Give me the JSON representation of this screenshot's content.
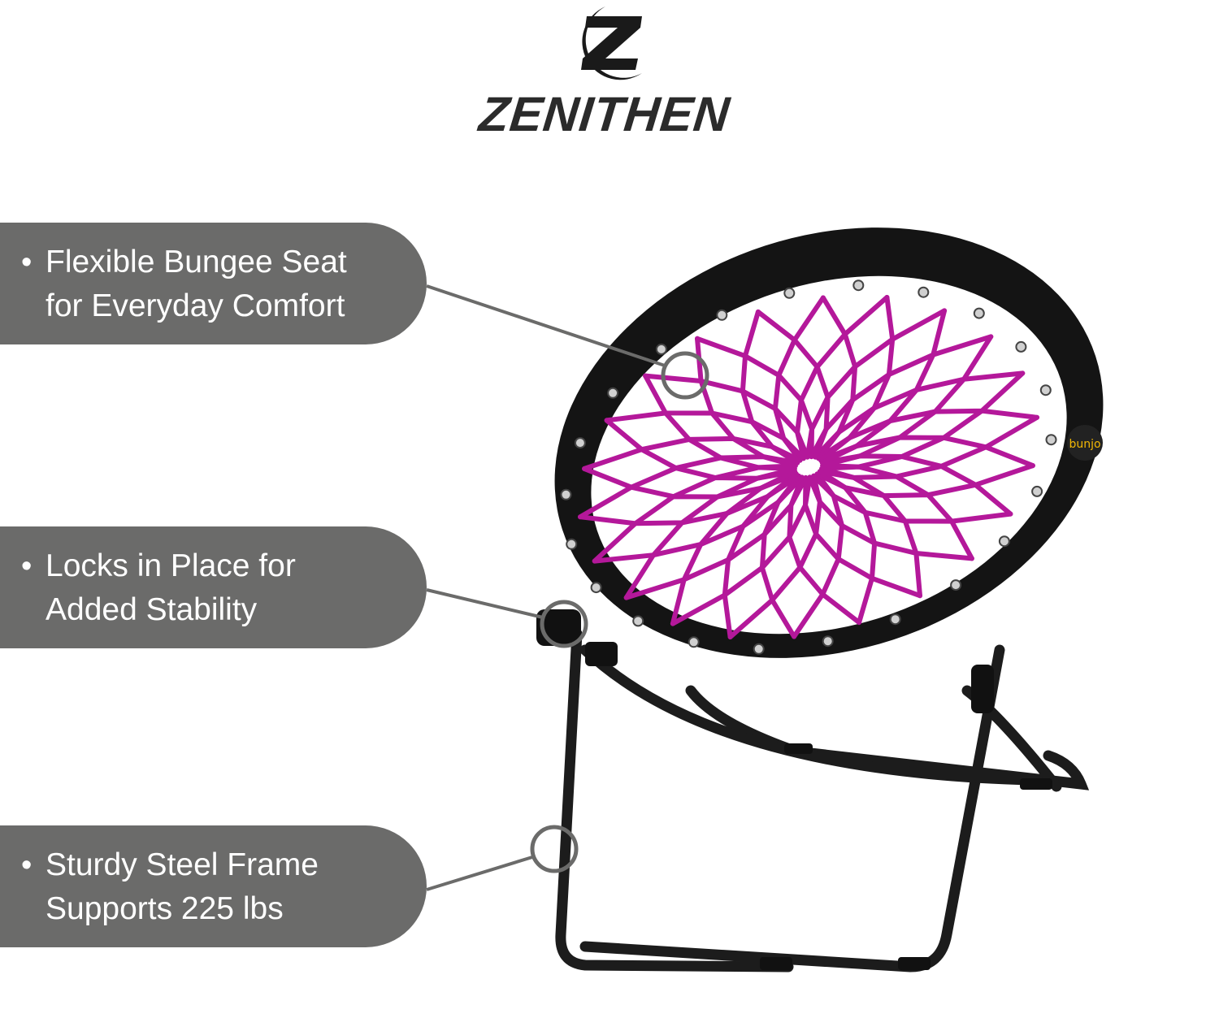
{
  "brand": {
    "logo_icon": "zenithen-z-moon-logo",
    "name": "ZENITHEN"
  },
  "product": {
    "image": "purple-bungee-chair-photo",
    "label_tag": "bunjo",
    "colors": {
      "cord": "#b4189a",
      "fabric": "#141414",
      "frame": "#1c1c1c",
      "callout_bg": "#6b6b6a"
    }
  },
  "callouts": [
    {
      "bullet": "•",
      "lines": [
        "Flexible Bungee Seat",
        "for Everyday Comfort"
      ]
    },
    {
      "bullet": "•",
      "lines": [
        "Locks in Place for",
        "Added Stability"
      ]
    },
    {
      "bullet": "•",
      "lines": [
        "Sturdy Steel Frame",
        "Supports 225 lbs"
      ]
    }
  ]
}
